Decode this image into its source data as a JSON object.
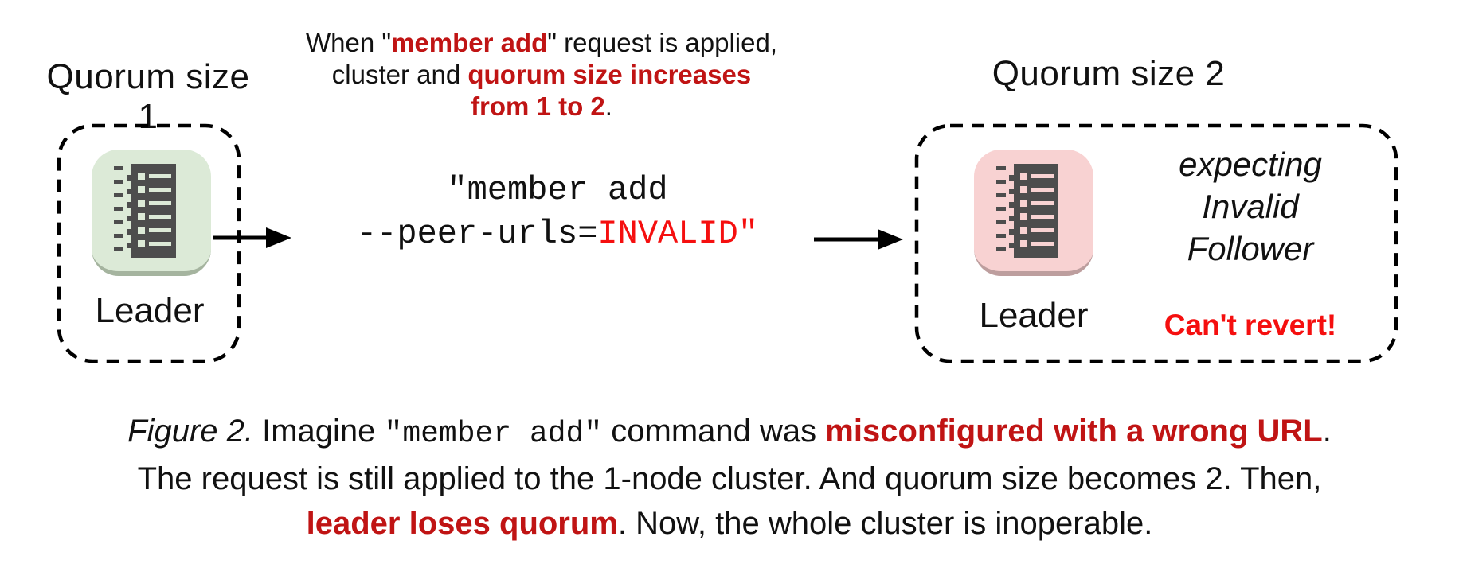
{
  "colors": {
    "emphasis_red": "#c01414",
    "bright_red": "#f50f0f",
    "leader_ok_bg": "#dcead7",
    "leader_ok_shadow": "#a5b49f",
    "leader_bad_bg": "#f8d2d2",
    "leader_bad_shadow": "#bd9e9e",
    "icon_dark": "#4d4d4d",
    "text_black": "#111111"
  },
  "icons": {
    "leader_node": "etcd-log-icon",
    "arrow": "arrow-right-icon"
  },
  "top_note": {
    "line1_pre": "When \"",
    "line1_em": "member add",
    "line1_post": "\" request is applied,",
    "line2_pre": "cluster and ",
    "line2_em": "quorum size increases",
    "line3_em": "from 1 to 2",
    "line3_post": "."
  },
  "left_cluster": {
    "title": "Quorum size 1",
    "node_label": "Leader"
  },
  "command": {
    "line1": "\"member add",
    "line2_pre": "--peer-urls=",
    "line2_invalid": "INVALID\""
  },
  "right_cluster": {
    "title": "Quorum size 2",
    "node_label": "Leader",
    "expecting_lines": [
      "expecting",
      "Invalid",
      "Follower"
    ],
    "warning": "Can't revert!"
  },
  "caption": {
    "figure_label": "Figure 2.",
    "l1_pre": " Imagine ",
    "l1_code": "\"member add\"",
    "l1_mid": " command was ",
    "l1_em": "misconfigured with a wrong URL",
    "l1_end": ".",
    "l2": "The request is still applied to the 1-node cluster. And quorum size becomes 2. Then,",
    "l3_em": "leader loses quorum",
    "l3_end": ". Now, the whole cluster is inoperable."
  }
}
